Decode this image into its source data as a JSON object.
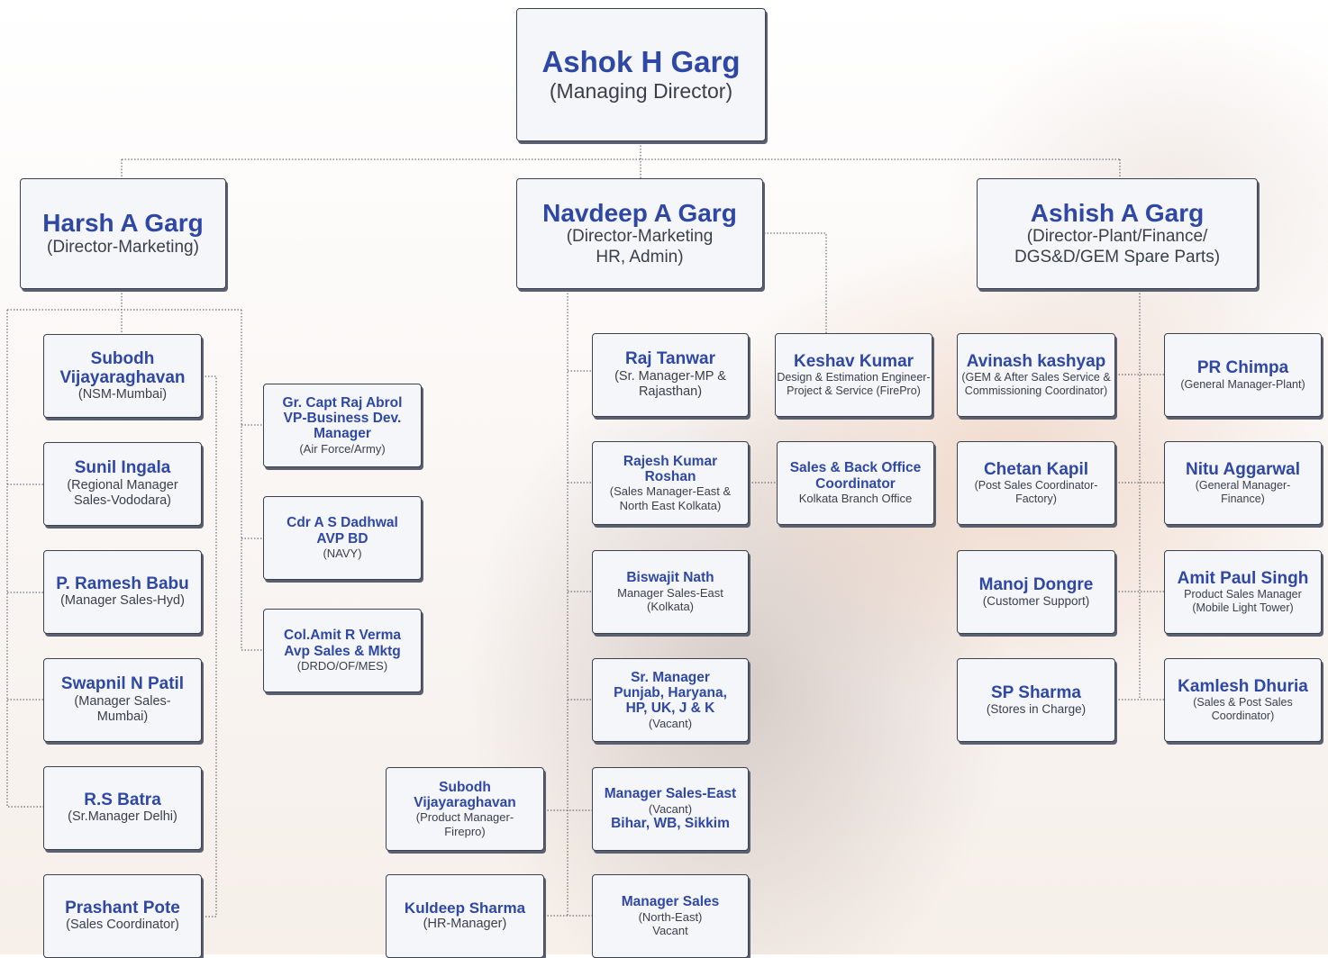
{
  "chart": {
    "md": {
      "name": "Ashok H Garg",
      "role": "(Managing Director)"
    },
    "harsh": {
      "name": "Harsh A Garg",
      "role": "(Director-Marketing)"
    },
    "navdeep": {
      "name": "Navdeep A Garg",
      "role": "(Director-Marketing HR, Admin)"
    },
    "ashish": {
      "name": "Ashish A Garg",
      "role": "(Director-Plant/Finance/ DGS&D/GEM Spare Parts)"
    },
    "subodh1": {
      "name": "Subodh Vijayaraghavan",
      "role": "(NSM-Mumbai)"
    },
    "sunil": {
      "name": "Sunil Ingala",
      "role": "(Regional Manager Sales-Vododara)"
    },
    "ramesh": {
      "name": "P. Ramesh Babu",
      "role": "(Manager Sales-Hyd)"
    },
    "swapnil": {
      "name": "Swapnil N Patil",
      "role": "(Manager Sales- Mumbai)"
    },
    "batra": {
      "name": "R.S Batra",
      "role": "(Sr.Manager Delhi)"
    },
    "prashant": {
      "name": "Prashant Pote",
      "role": "(Sales Coordinator)"
    },
    "abrol": {
      "name": "Gr. Capt Raj Abrol VP-Business Dev. Manager",
      "role": "(Air Force/Army)"
    },
    "dadhwal": {
      "name": "Cdr A S Dadhwal AVP BD",
      "role": "(NAVY)"
    },
    "verma": {
      "name": "Col.Amit R Verma Avp Sales & Mktg",
      "role": "(DRDO/OF/MES)"
    },
    "subodh2": {
      "name": "Subodh Vijayaraghavan",
      "role": "(Product Manager-Firepro)"
    },
    "kuldeep": {
      "name": "Kuldeep Sharma",
      "role": "(HR-Manager)"
    },
    "raj": {
      "name": "Raj Tanwar",
      "role": "(Sr. Manager-MP & Rajasthan)"
    },
    "rajesh": {
      "name": "Rajesh Kumar Roshan",
      "role": "(Sales Manager-East & North East Kolkata)"
    },
    "biswajit": {
      "name": "Biswajit Nath",
      "role": "Manager Sales-East (Kolkata)"
    },
    "punjab": {
      "name": "Sr. Manager Punjab, Haryana, HP, UK, J & K",
      "role": "(Vacant)"
    },
    "east": {
      "name": "Manager Sales-East",
      "role": "(Vacant)",
      "extra": "Bihar, WB, Sikkim"
    },
    "northeast": {
      "name": "Manager Sales",
      "role": "(North-East) Vacant"
    },
    "keshav": {
      "name": "Keshav Kumar",
      "role": "Design & Estimation Engineer-Project & Service (FirePro)"
    },
    "backoffice": {
      "name": "Sales & Back Office Coordinator",
      "role": "Kolkata Branch Office"
    },
    "avinash": {
      "name": "Avinash kashyap",
      "role": "(GEM & After Sales Service & Commissioning Coordinator)"
    },
    "chetan": {
      "name": "Chetan Kapil",
      "role": "(Post Sales Coordinator-Factory)"
    },
    "manoj": {
      "name": "Manoj Dongre",
      "role": "(Customer Support)"
    },
    "sp": {
      "name": "SP Sharma",
      "role": "(Stores in Charge)"
    },
    "chimpa": {
      "name": "PR Chimpa",
      "role": "(General Manager-Plant)"
    },
    "nitu": {
      "name": "Nitu Aggarwal",
      "role": "(General Manager-Finance)"
    },
    "amit": {
      "name": "Amit Paul Singh",
      "role": "Product Sales Manager (Mobile Light Tower)"
    },
    "kamlesh": {
      "name": "Kamlesh Dhuria",
      "role": "(Sales & Post Sales Coordinator)"
    }
  }
}
